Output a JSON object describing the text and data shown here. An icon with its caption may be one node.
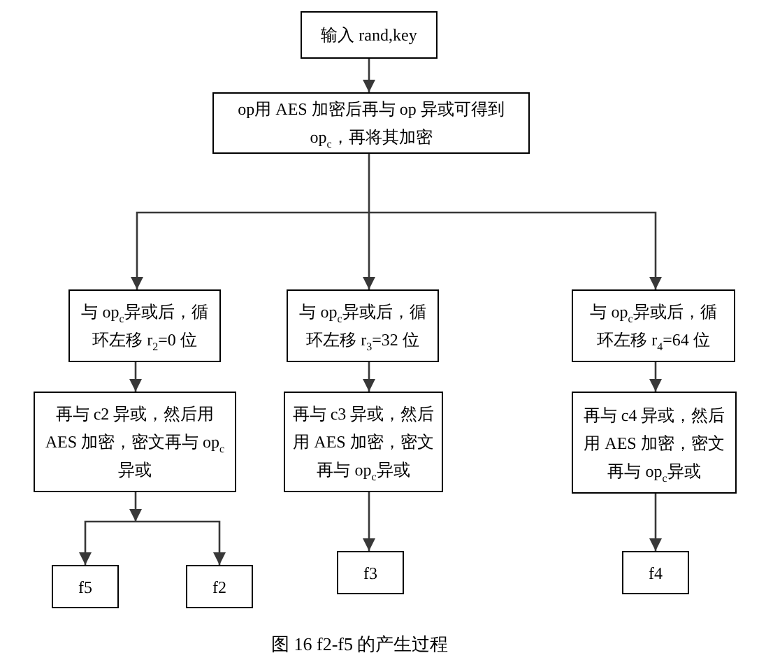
{
  "diagram": {
    "caption": "图 16 f2-f5 的产生过程",
    "nodes": [
      {
        "text": [
          "输入 rand,key"
        ]
      },
      {
        "text": [
          "op用 AES 加密后再与 op 异或可得到 op$_{c}$，再将其加密"
        ]
      },
      {
        "text": [
          "与 op$_{c}$异或后，循环左移 r$_{2}$=0 位"
        ]
      },
      {
        "text": [
          "与 op$_{c}$异或后，循环左移 r$_{3}$=32 位"
        ]
      },
      {
        "text": [
          "与 op$_{c}$异或后，循环左移 r$_{4}$=64 位"
        ]
      },
      {
        "text": [
          "再与 c2 异或，然后用 AES 加密，密文再与 op$_{c}$ 异或"
        ]
      },
      {
        "text": [
          "再与 c3 异或，然后用 AES 加密，密文再与 op$_{c}$异或"
        ]
      },
      {
        "text": [
          "再与 c4 异或，然后用 AES 加密，密文再与 op$_{c}$异或"
        ]
      },
      {
        "text": [
          "f5"
        ]
      },
      {
        "text": [
          "f2"
        ]
      },
      {
        "text": [
          "f3"
        ]
      },
      {
        "text": [
          "f4"
        ]
      }
    ],
    "edges": [
      {
        "from": 0,
        "to": 1,
        "arrow": "to"
      },
      {
        "from": 1,
        "to": 2,
        "arrow": "to"
      },
      {
        "from": 1,
        "to": 3,
        "arrow": "to"
      },
      {
        "from": 1,
        "to": 4,
        "arrow": "to"
      },
      {
        "from": 2,
        "to": 5,
        "arrow": "to"
      },
      {
        "from": 3,
        "to": 6,
        "arrow": "to"
      },
      {
        "from": 4,
        "to": 7,
        "arrow": "to"
      },
      {
        "from": 5,
        "to": 8,
        "arrow": "to"
      },
      {
        "from": 5,
        "to": 9,
        "arrow": "to"
      },
      {
        "from": 6,
        "to": 10,
        "arrow": "to"
      },
      {
        "from": 7,
        "to": 11,
        "arrow": "to"
      }
    ]
  }
}
